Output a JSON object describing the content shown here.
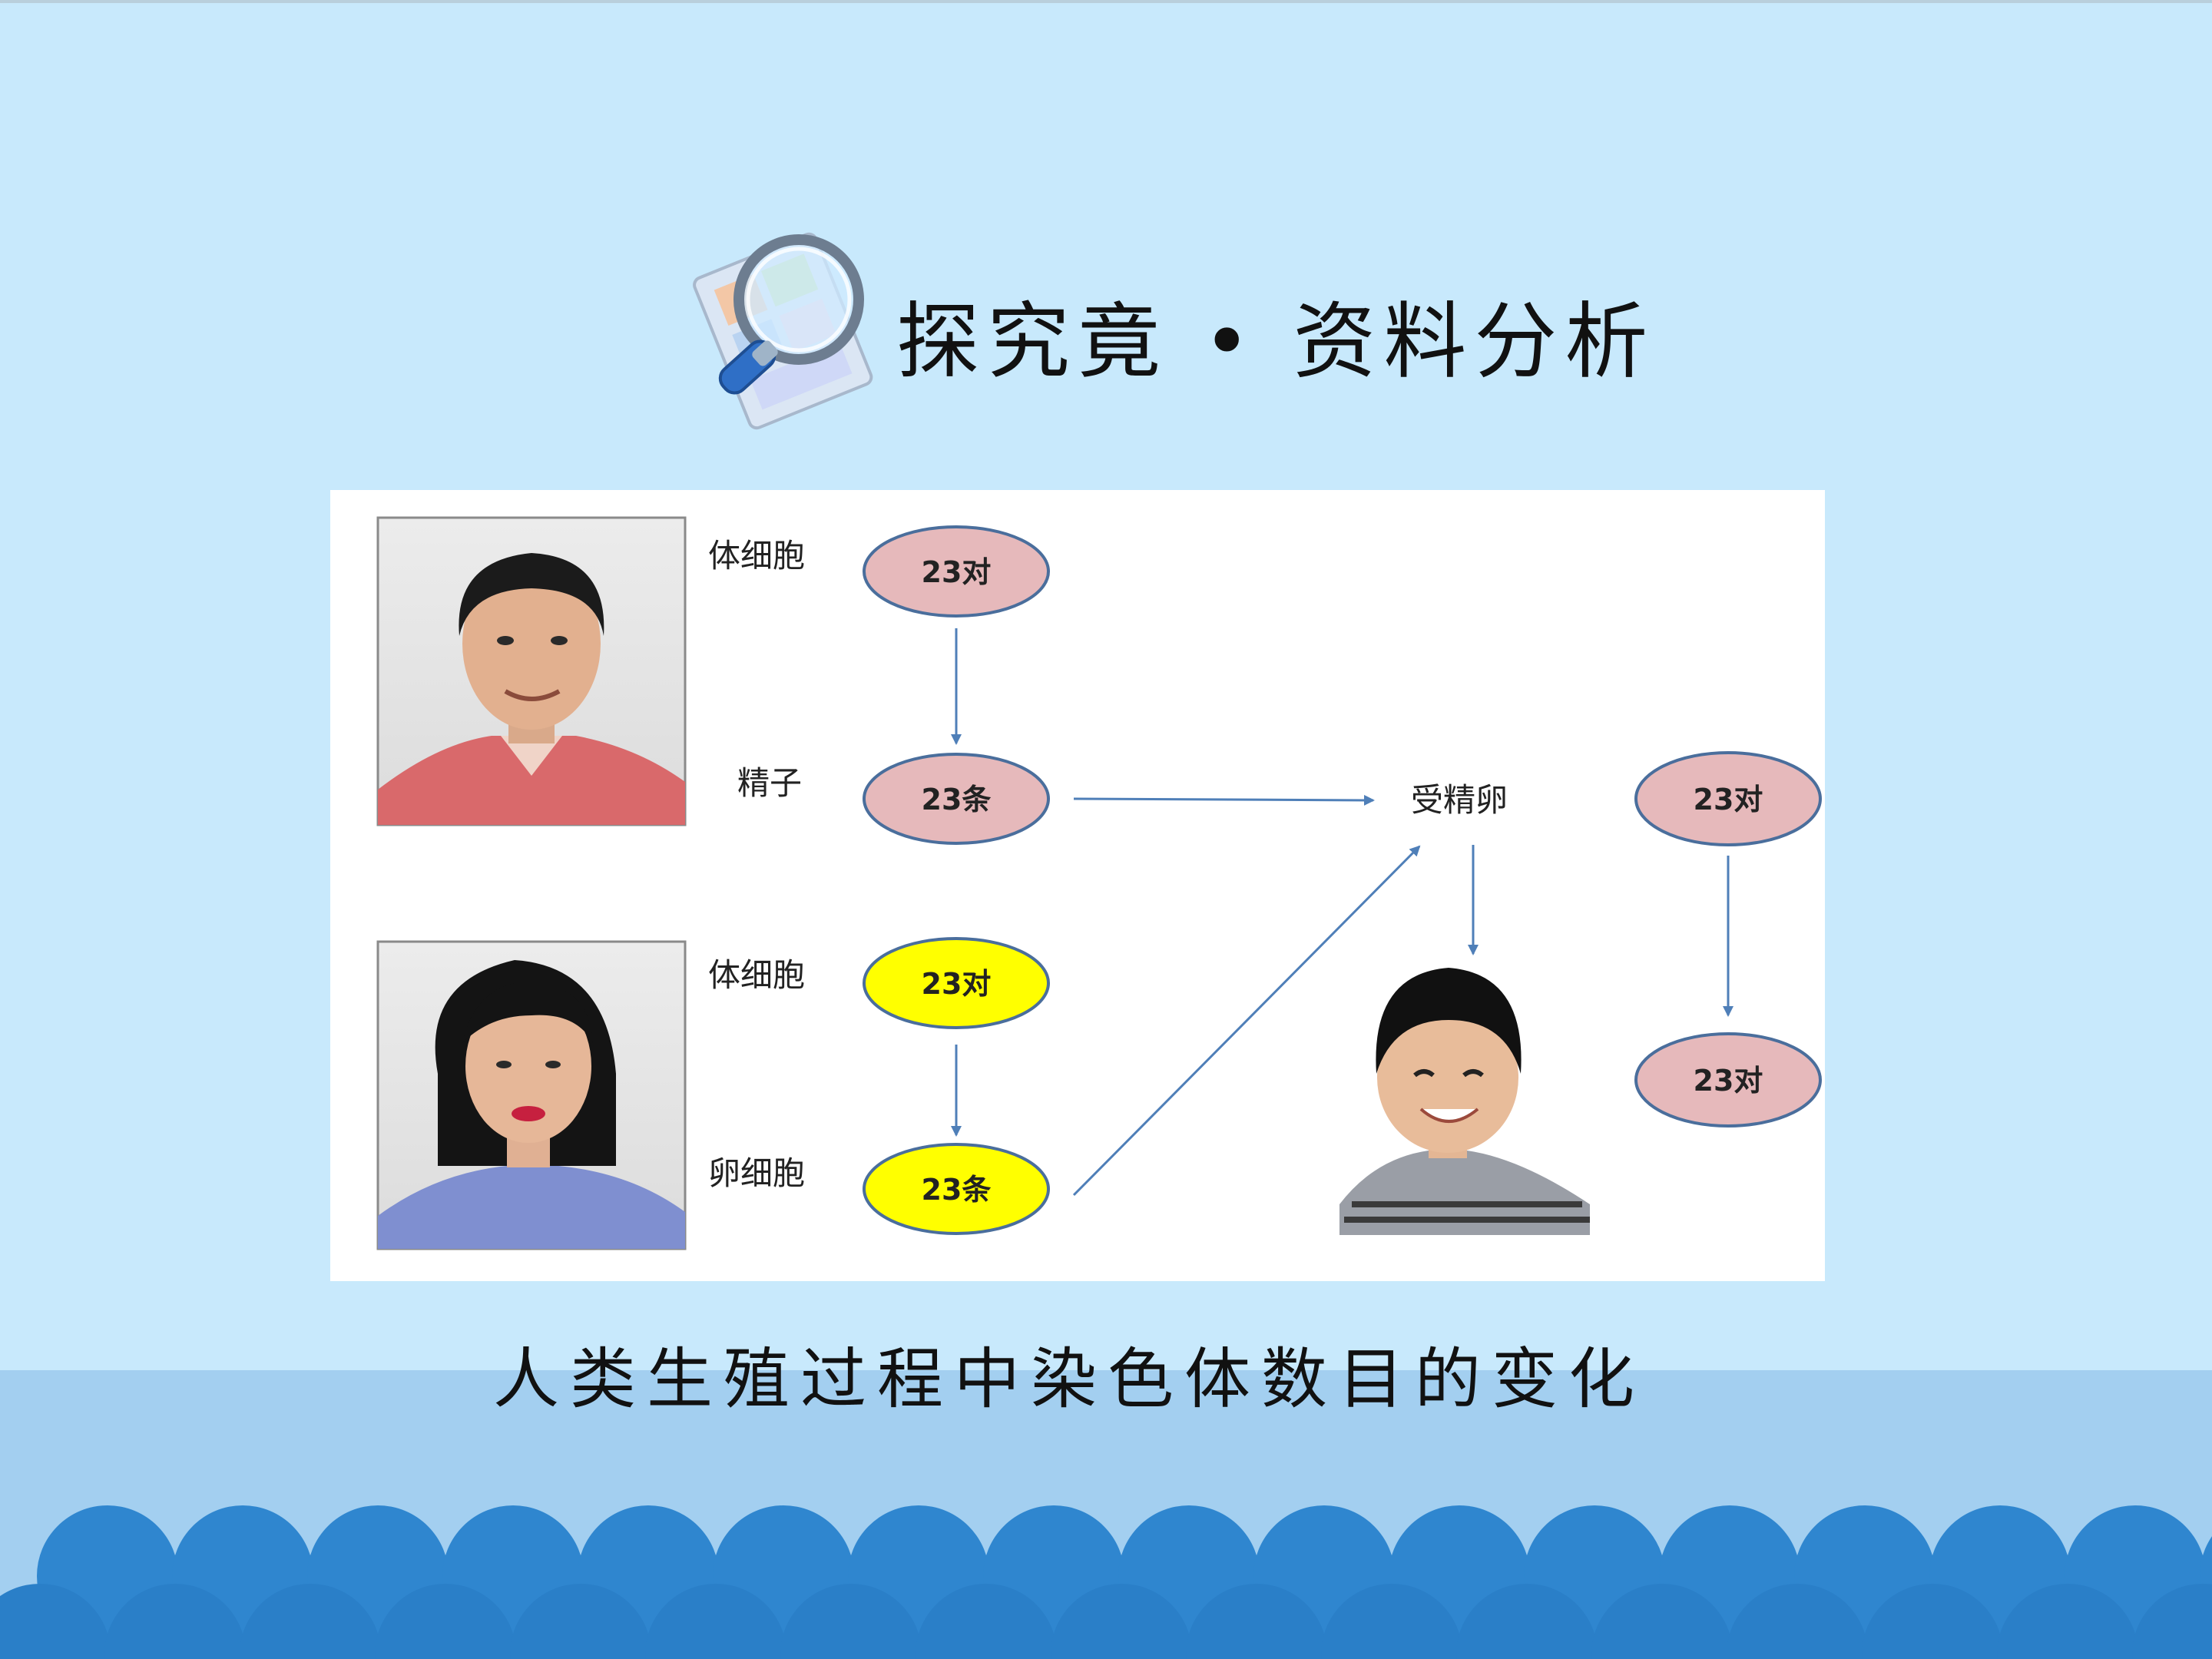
{
  "title": "探究竟 • 资料分析",
  "caption": "人类生殖过程中染色体数目的变化",
  "colors": {
    "background": "#c8e9fc",
    "pink_node": "#e6b9bb",
    "yellow_node": "#ffff00",
    "node_stroke": "#4a6e9c",
    "arrow": "#4f7fb8",
    "wave": "#2f86cf"
  },
  "diagram": {
    "father": {
      "somatic_label": "体细胞",
      "somatic_value": "23对",
      "gamete_label": "精子",
      "gamete_value": "23条"
    },
    "mother": {
      "somatic_label": "体细胞",
      "somatic_value": "23对",
      "gamete_label": "卵细胞",
      "gamete_value": "23条"
    },
    "zygote_label": "受精卵",
    "child_top_value": "23对",
    "child_bottom_value": "23对"
  },
  "icons": {
    "title": "magnifier-icon",
    "father": "father-photo-icon",
    "mother": "mother-photo-icon",
    "child": "child-photo-icon"
  }
}
